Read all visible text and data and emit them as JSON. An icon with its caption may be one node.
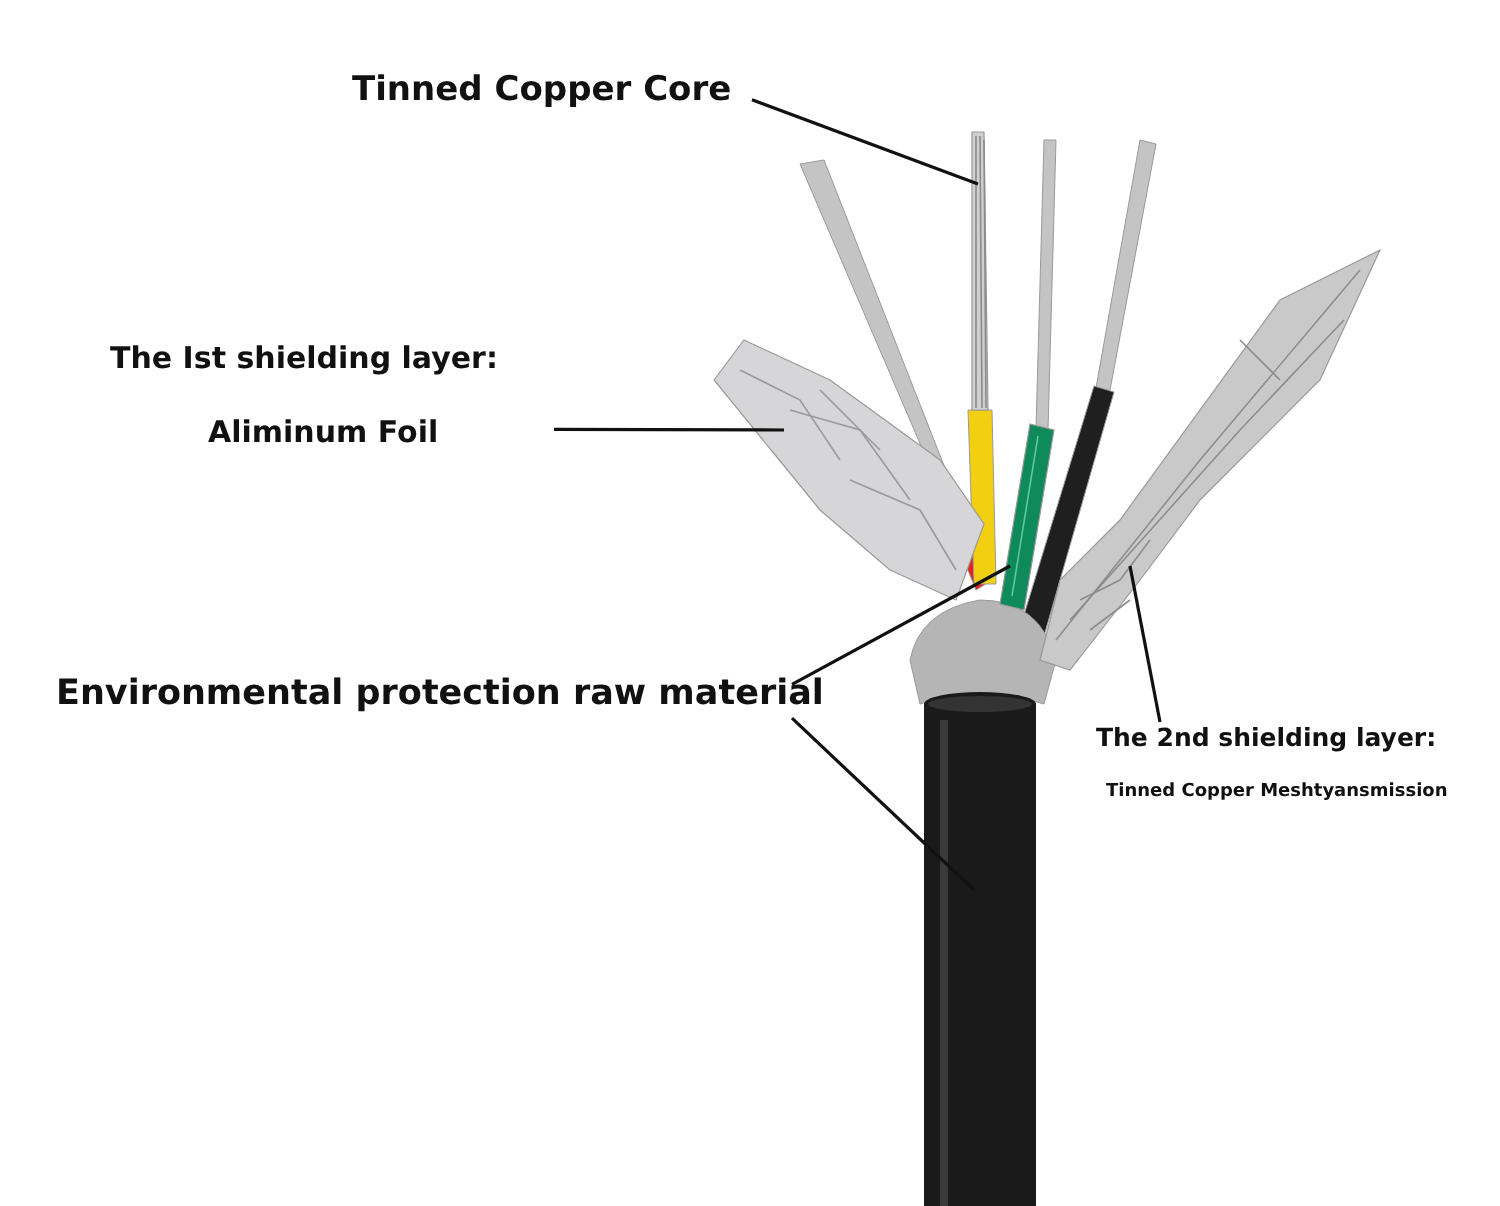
{
  "diagram": {
    "nodes": [
      {
        "text": [
          "Tinned Copper Core"
        ]
      },
      {
        "text": [],
        "shape": "picture"
      },
      {
        "text": [
          "The Ist shielding layer:",
          "Aliminum Foil"
        ]
      },
      {
        "text": [],
        "shape": "picture"
      },
      {
        "text": [
          "Environmental protection raw material"
        ]
      },
      {
        "text": [],
        "shape": "picture"
      },
      {
        "text": [],
        "shape": "cylinder"
      },
      {
        "text": [
          "The 2nd shielding layer:",
          "Tinned Copper Meshtyansmission"
        ]
      },
      {
        "text": [],
        "shape": "picture"
      }
    ],
    "edges": [
      {
        "from": 0,
        "to": 1,
        "arrow": "none"
      },
      {
        "from": 2,
        "to": 3,
        "arrow": "none"
      },
      {
        "from": 4,
        "to": 5,
        "arrow": "none"
      },
      {
        "from": 4,
        "to": 6,
        "arrow": "none"
      },
      {
        "from": 7,
        "to": 8,
        "arrow": "none"
      }
    ]
  }
}
